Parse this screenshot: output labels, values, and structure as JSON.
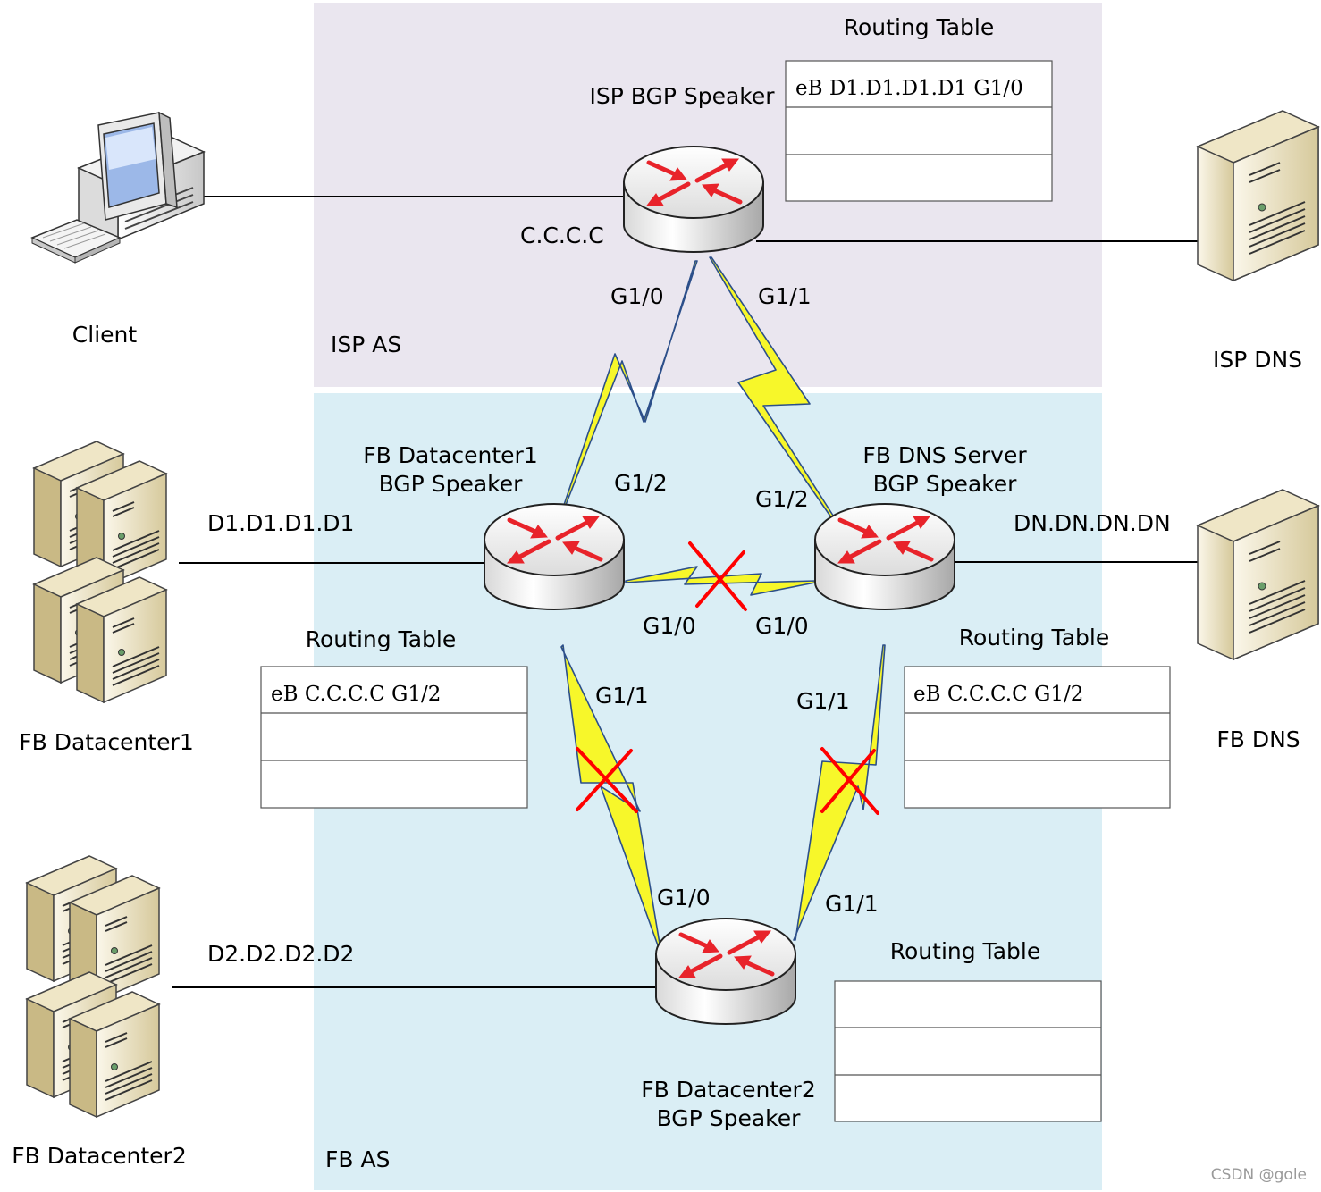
{
  "colors": {
    "isp_region": "#eae6ef",
    "fb_region": "#daeef5",
    "link_bolt": "#f7f72a",
    "link_stroke": "#2c4f8a",
    "failure_mark": "#ff0000",
    "router_arrow": "#e8232a"
  },
  "regions": {
    "isp": {
      "label": "ISP AS"
    },
    "fb": {
      "label": "FB AS"
    }
  },
  "routers": {
    "isp": {
      "name": "ISP BGP Speaker",
      "name2": "",
      "icon": "router-icon"
    },
    "dc1": {
      "name": "FB Datacenter1",
      "name2": "BGP Speaker",
      "icon": "router-icon"
    },
    "dns": {
      "name": "FB DNS Server",
      "name2": "BGP Speaker",
      "icon": "router-icon"
    },
    "dc2": {
      "name": "FB Datacenter2",
      "name2": "BGP Speaker",
      "icon": "router-icon"
    }
  },
  "hosts": {
    "client": {
      "label": "Client",
      "icon": "desktop-computer-icon"
    },
    "isp_dns": {
      "label": "ISP DNS",
      "icon": "server-icon"
    },
    "fb_dc1": {
      "label": "FB Datacenter1",
      "icon": "server-cluster-icon"
    },
    "fb_dns": {
      "label": "FB DNS",
      "icon": "server-icon"
    },
    "fb_dc2": {
      "label": "FB Datacenter2",
      "icon": "server-cluster-icon"
    }
  },
  "addresses": {
    "client": "C.C.C.C",
    "dc1": "D1.D1.D1.D1",
    "dns": "DN.DN.DN.DN",
    "dc2": "D2.D2.D2.D2"
  },
  "interfaces": {
    "isp_to_dc1": "G1/0",
    "isp_to_dns": "G1/1",
    "dc1_to_isp": "G1/2",
    "dns_to_isp": "G1/2",
    "dc1_to_dns": "G1/0",
    "dns_to_dc1": "G1/0",
    "dc1_to_dc2": "G1/1",
    "dns_to_dc2": "G1/1",
    "dc2_to_dc1": "G1/0",
    "dc2_to_dns": "G1/1"
  },
  "routing_tables": {
    "isp": {
      "title": "Routing Table",
      "rows": [
        "eB D1.D1.D1.D1 G1/0",
        "",
        ""
      ]
    },
    "dc1": {
      "title": "Routing Table",
      "rows": [
        "eB C.C.C.C G1/2",
        "",
        ""
      ]
    },
    "dns": {
      "title": "Routing Table",
      "rows": [
        "eB C.C.C.C G1/2",
        "",
        ""
      ]
    },
    "dc2": {
      "title": "Routing Table",
      "rows": [
        "",
        "",
        ""
      ]
    }
  },
  "links": [
    {
      "from": "isp",
      "to": "dc1",
      "failed": false
    },
    {
      "from": "isp",
      "to": "dns",
      "failed": false
    },
    {
      "from": "dc1",
      "to": "dns",
      "failed": true
    },
    {
      "from": "dc1",
      "to": "dc2",
      "failed": true
    },
    {
      "from": "dns",
      "to": "dc2",
      "failed": true
    }
  ],
  "watermark": "CSDN @gole"
}
